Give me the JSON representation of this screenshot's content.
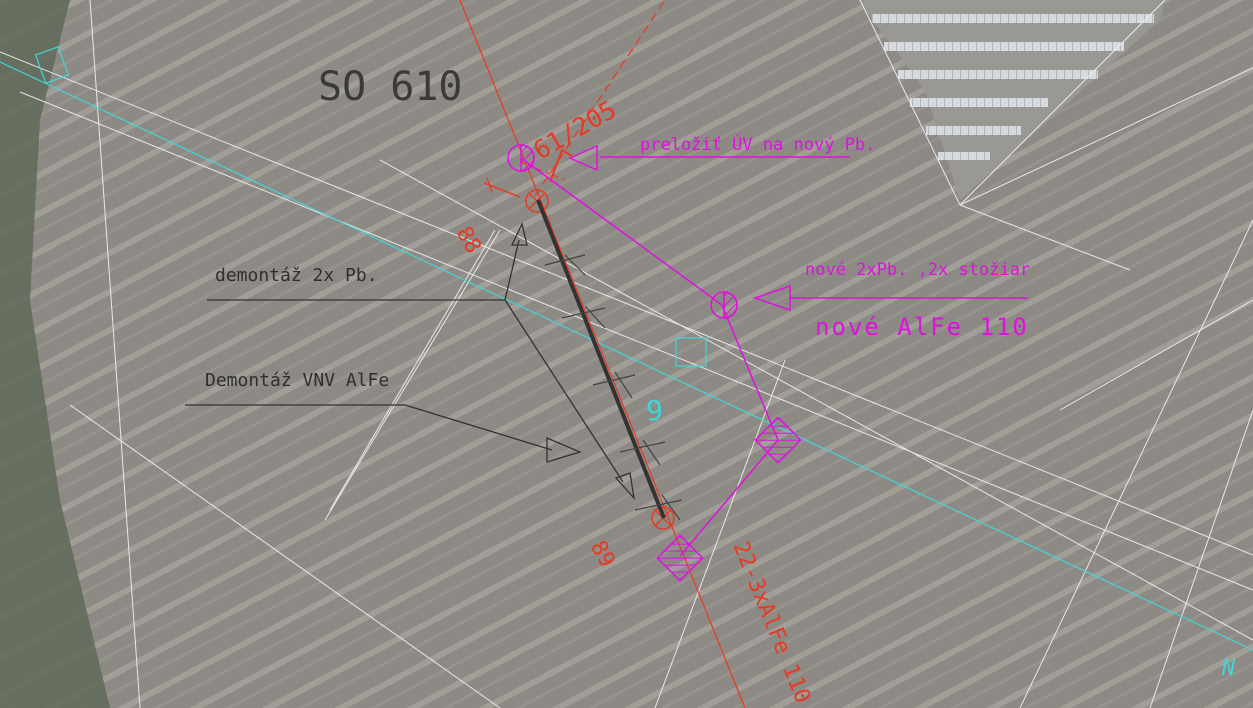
{
  "map": {
    "section_label": "SO 610",
    "parcel_number": "61/205",
    "pole_labels": [
      "88",
      "89"
    ],
    "line_label": "22-3xAlFe 110",
    "side_number": "9",
    "north_marker": "N"
  },
  "annotations": {
    "relocate": "preložiť ÚV na nový Pb.",
    "new_poles": "nové 2xPb. ,2x stožiar",
    "new_conductor": "nové AlFe 110",
    "dismantle_poles": "demontáž 2x Pb.",
    "dismantle_line": "Demontáž VNV AlFe"
  },
  "colors": {
    "new_work": "#e010e0",
    "existing_line": "#e83a22",
    "dismantle": "#333333",
    "cyan_line": "#3fd6d6",
    "parcel_boundary": "#f2f2f2",
    "field": "#8d8a85"
  }
}
